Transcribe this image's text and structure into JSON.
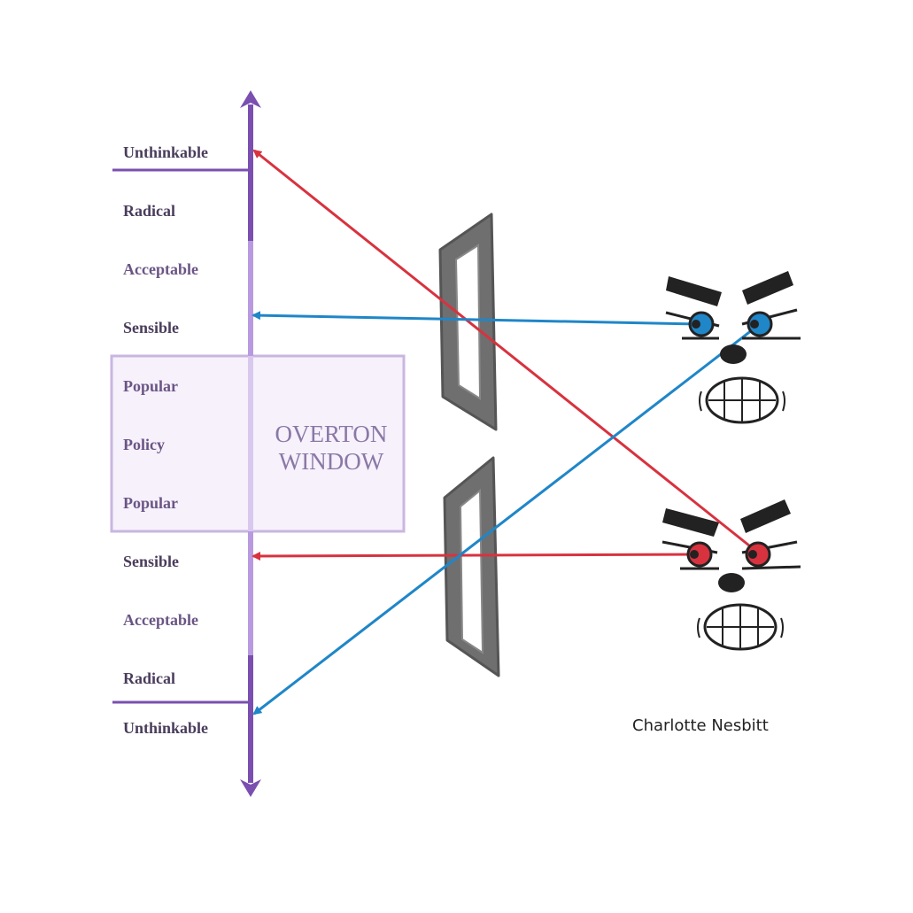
{
  "scale": {
    "labels": [
      {
        "text": "Unthinkable",
        "zone": "outer"
      },
      {
        "text": "Radical",
        "zone": "outer"
      },
      {
        "text": "Acceptable",
        "zone": "outer"
      },
      {
        "text": "Sensible",
        "zone": "outer"
      },
      {
        "text": "Popular",
        "zone": "window"
      },
      {
        "text": "Policy",
        "zone": "window"
      },
      {
        "text": "Popular",
        "zone": "window"
      },
      {
        "text": "Sensible",
        "zone": "outer"
      },
      {
        "text": "Acceptable",
        "zone": "outer"
      },
      {
        "text": "Radical",
        "zone": "outer"
      },
      {
        "text": "Unthinkable",
        "zone": "outer"
      }
    ]
  },
  "window": {
    "title_line1": "OVERTON",
    "title_line2": "WINDOW"
  },
  "credit": "Charlotte Nesbitt",
  "colors": {
    "axis_dark": "#7a4fb0",
    "axis_light": "#b99ae0",
    "window_border": "#c9b6e0",
    "window_fill": "#f6f1fb",
    "red_ray": "#d8323f",
    "blue_ray": "#1f86c8",
    "frame_fill": "#6f6f6f",
    "frame_edge": "#555555",
    "face_ink": "#222222"
  },
  "faces": [
    {
      "name": "blue-face",
      "eye_color": "#1f86c8"
    },
    {
      "name": "red-face",
      "eye_color": "#d8323f"
    }
  ]
}
